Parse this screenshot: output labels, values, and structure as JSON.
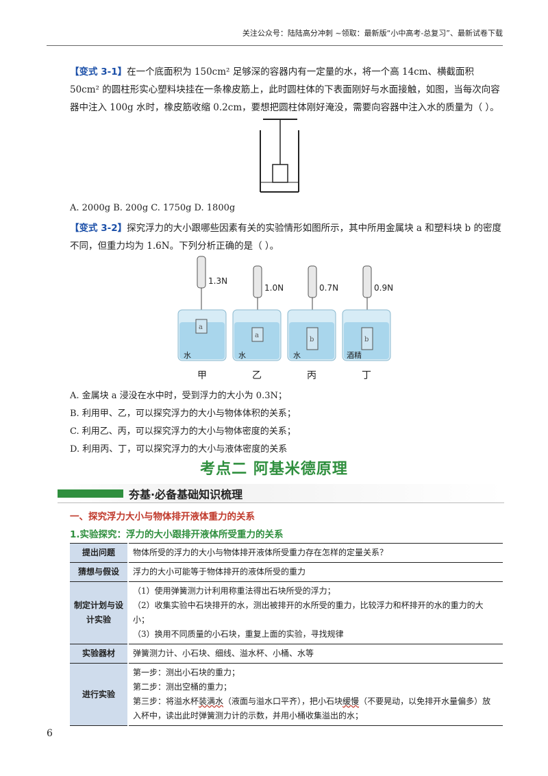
{
  "header": {
    "text": "关注公众号：陆陆高分冲刺 ~领取：最新版“小中高考-总复习”、最新试卷下载"
  },
  "q31": {
    "tag": "【变式 3-1】",
    "text": "在一个底面积为 150cm² 足够深的容器内有一定量的水，将一个高 14cm、横截面积 50cm² 的圆柱形实心塑料块挂在一条橡皮筋上，此时圆柱体的下表面刚好与水面接触，如图，当每次向容器中注入 100g 水时，橡皮筋收缩 0.2cm，要想把圆柱体刚好淹没，需要向容器中注入水的质量为（ ）。",
    "options": "A. 2000g    B. 200g  C. 1750g     D. 1800g"
  },
  "q32": {
    "tag": "【变式 3-2】",
    "text": "探究浮力的大小跟哪些因素有关的实验情形如图所示，其中所用金属块 a 和塑料块 b 的密度不同，但重力均为 1.6N。下列分析正确的是（ ）。",
    "figure": {
      "beakers": [
        {
          "reading": "1.3N",
          "liquid": "水",
          "caption": "甲",
          "block": "a"
        },
        {
          "reading": "1.0N",
          "liquid": "水",
          "caption": "乙",
          "block": "a"
        },
        {
          "reading": "0.7N",
          "liquid": "水",
          "caption": "丙",
          "block": "b"
        },
        {
          "reading": "0.9N",
          "liquid": "酒精",
          "caption": "丁",
          "block": "b"
        }
      ],
      "colors": {
        "water": "#a9d6ec",
        "glass": "#d7ecf6"
      }
    },
    "options": [
      "A. 金属块 a 浸没在水中时，受到浮力的大小为 0.3N；",
      "B. 利用甲、乙，可以探究浮力的大小与物体体积的关系；",
      "C. 利用乙、丙，可以探究浮力的大小与物体密度的关系；",
      "D. 利用丙、丁，可以探究浮力的大小与液体密度的关系"
    ]
  },
  "section": {
    "title": "考点二  阿基米德原理",
    "banner": "夯基·必备基础知识梳理",
    "h1": "一、探究浮力大小与物体排开液体重力的关系",
    "h2": "1.实验探究：浮力的大小跟排开液体所受重力的关系"
  },
  "table": {
    "rows": [
      {
        "key": "提出问题",
        "lines": [
          "物体所受的浮力的大小与物体排开液体所受重力存在怎样的定量关系？"
        ]
      },
      {
        "key": "猜想与假设",
        "lines": [
          "浮力的大小可能等于物体排开的液体所受的重力"
        ]
      },
      {
        "key": "制定计划与设计实验",
        "lines": [
          "（1）使用弹簧测力计利用称重法得出石块所受的浮力；",
          "（2）收集实验中石块排开的水，测出被排开的水所受的重力，比较浮力和杯排开的水的重力的大小；",
          "（3）换用不同质量的小石块，重复上面的实验，寻找规律"
        ]
      },
      {
        "key": "实验器材",
        "lines": [
          "弹簧测力计、小石块、细线、溢水杯、小桶、水等"
        ]
      },
      {
        "key": "进行实验",
        "lines": [
          "第一步：测出小石块的重力；",
          "第二步：测出空桶的重力；"
        ],
        "step3": {
          "pre": "第三步：将溢水杯",
          "u1": "装满水",
          "mid": "（液面与溢水口平齐），把小石块",
          "u2": "缓慢",
          "post": "（不要晃动，以免排开水量偏多）放入杯中，读出此时弹簧测力计的示数，并用小桶收集溢出的水；"
        }
      }
    ]
  },
  "page_number": "6"
}
